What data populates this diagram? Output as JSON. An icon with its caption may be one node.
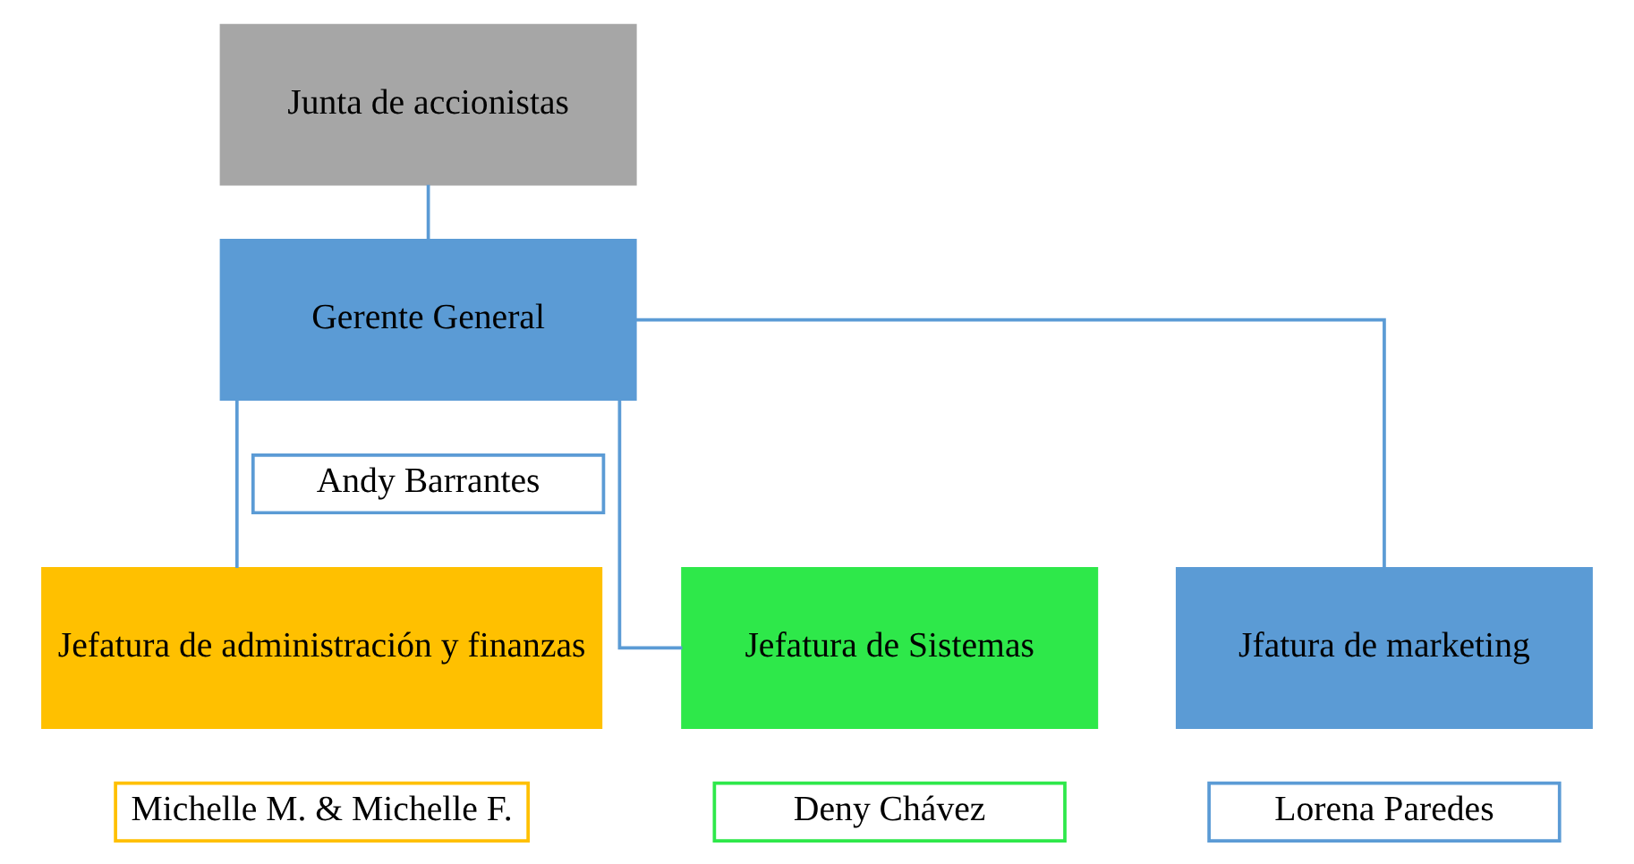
{
  "diagram": {
    "nodes": [
      {
        "text": [
          "Junta de accionistas"
        ]
      },
      {
        "text": [
          "Gerente General"
        ]
      },
      {
        "text": [
          "Andy Barrantes"
        ]
      },
      {
        "text": [
          "Jefatura de administración y finanzas"
        ]
      },
      {
        "text": [
          "Michelle M. & Michelle F."
        ]
      },
      {
        "text": [
          "Jefatura de Sistemas"
        ]
      },
      {
        "text": [
          "Deny Chávez"
        ]
      },
      {
        "text": [
          "Jfatura de marketing"
        ]
      },
      {
        "text": [
          "Lorena Paredes"
        ]
      }
    ],
    "edges": [
      {
        "from": 0,
        "to": 1,
        "arrow": "none"
      },
      {
        "from": 1,
        "to": 3,
        "arrow": "none"
      },
      {
        "from": 1,
        "to": 5,
        "arrow": "none"
      },
      {
        "from": 1,
        "to": 7,
        "arrow": "none"
      }
    ]
  }
}
